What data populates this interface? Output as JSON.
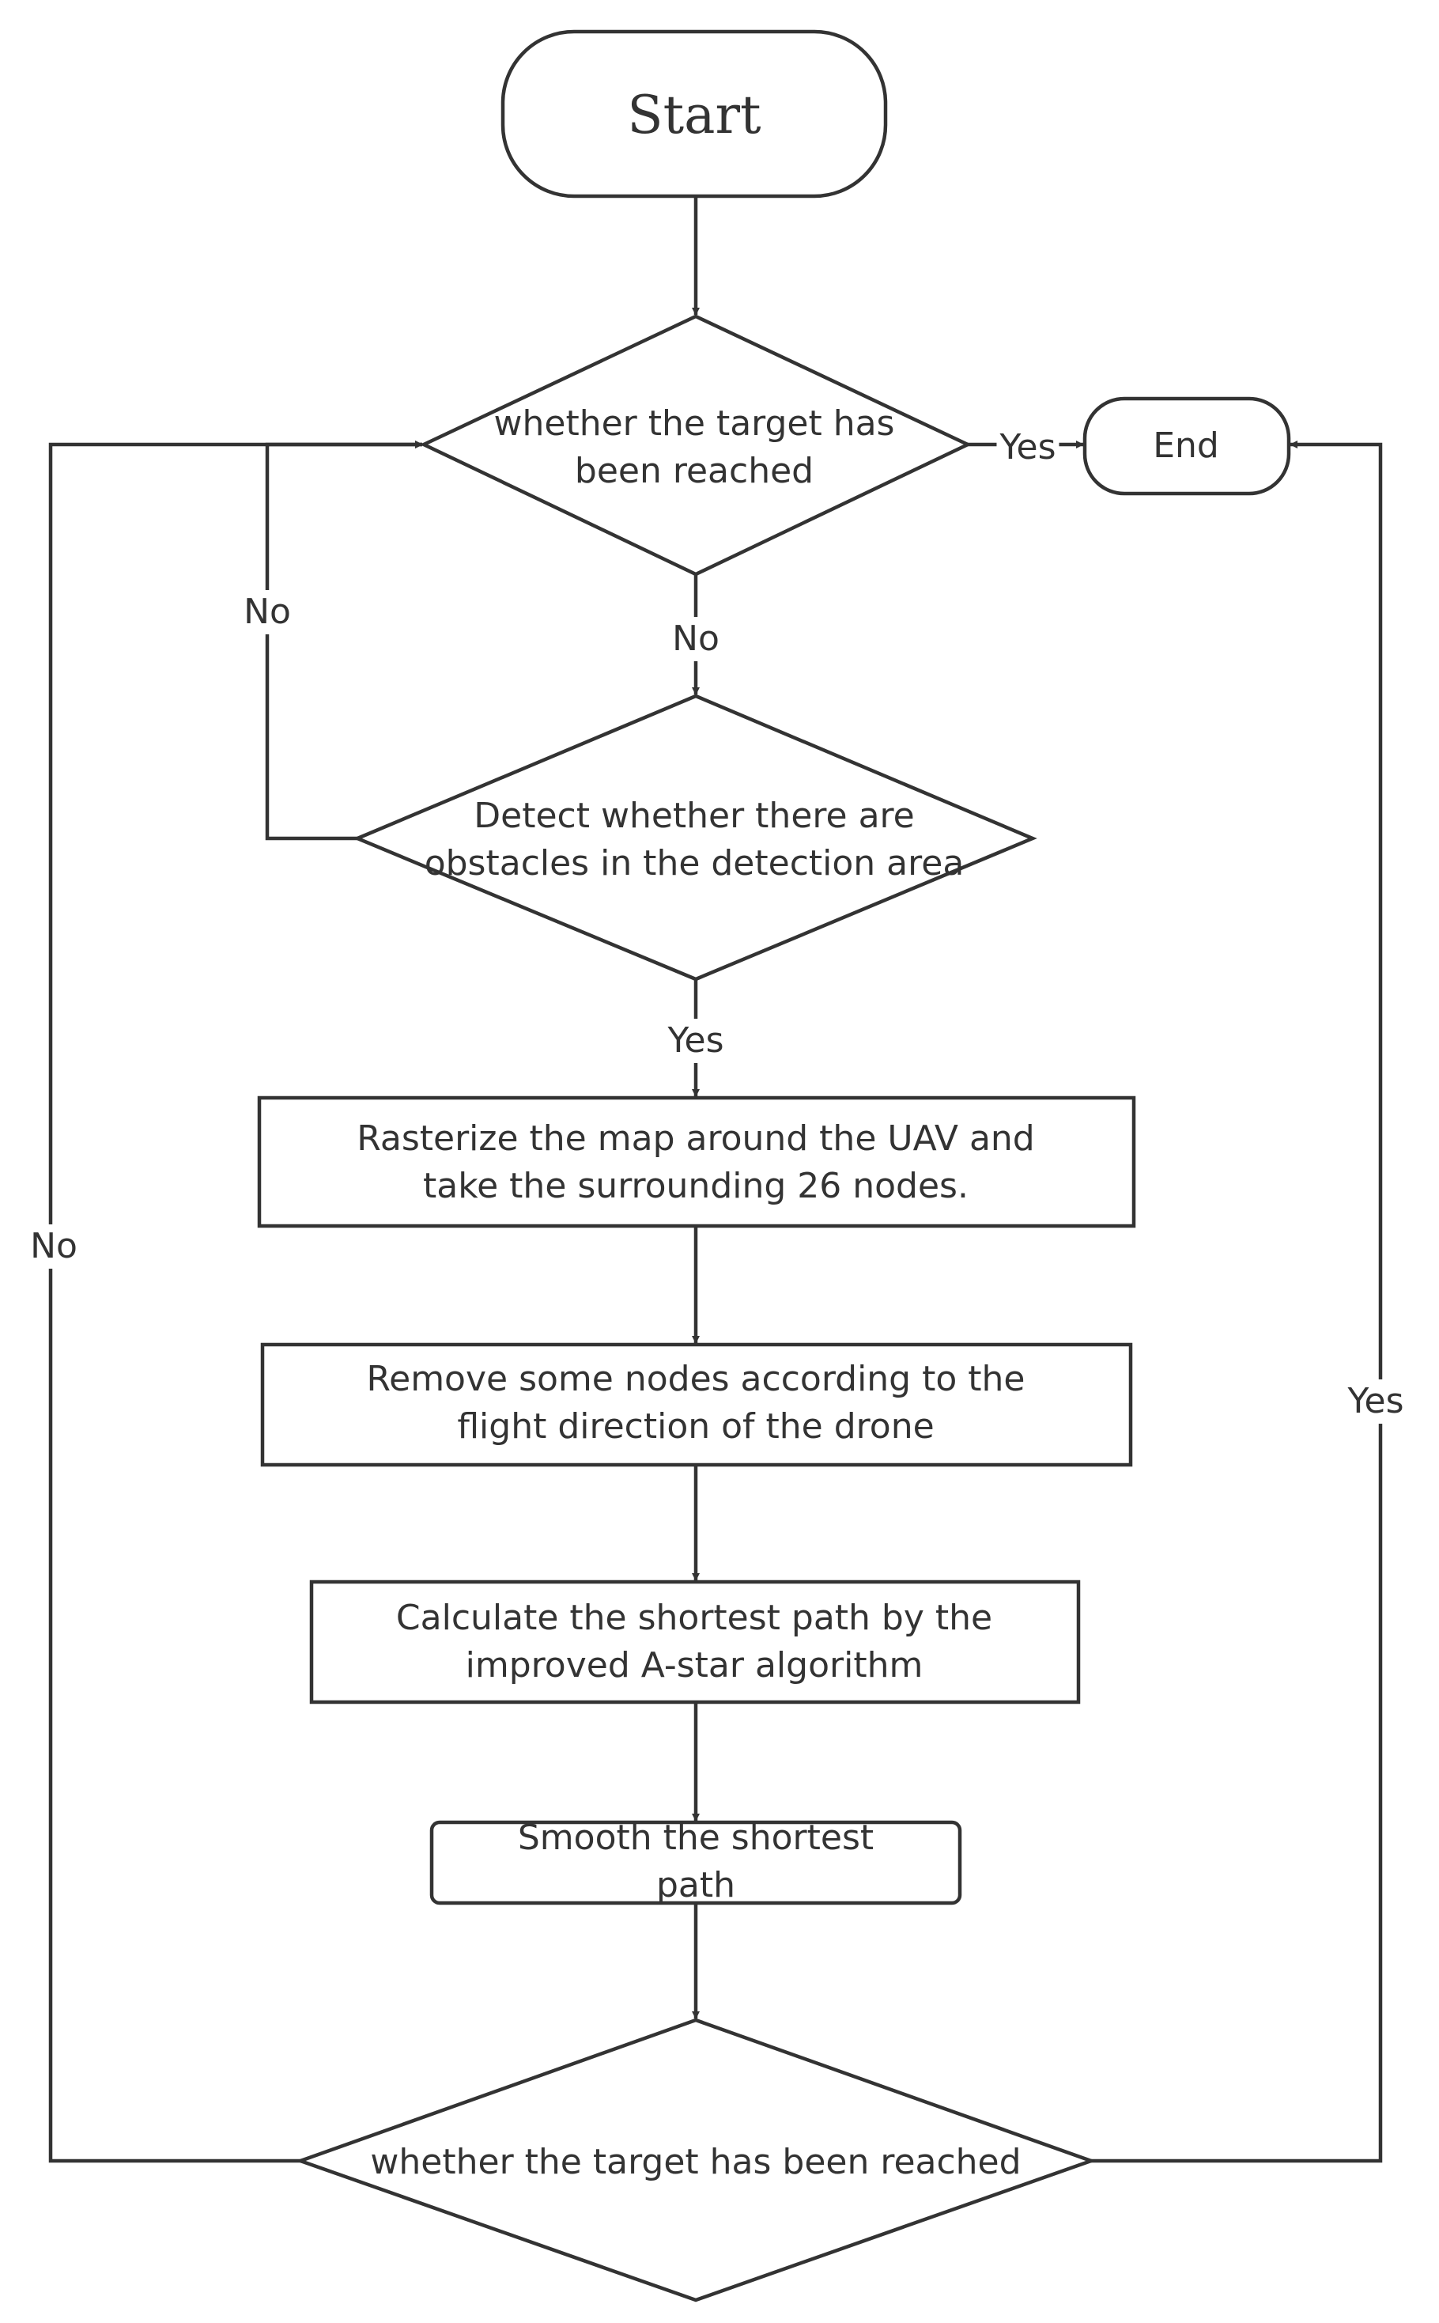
{
  "diagram": {
    "nodes": {
      "start": "Start",
      "end": "End",
      "check_target_top": [
        "whether the target has",
        "been reached"
      ],
      "detect_obstacles": [
        "Detect whether there are",
        "obstacles in the detection area"
      ],
      "rasterize": [
        "Rasterize the map around the UAV and",
        "take the surrounding 26 nodes."
      ],
      "remove_nodes": [
        "Remove some nodes according to the",
        "flight direction of the drone"
      ],
      "calculate_path": [
        "Calculate the shortest path by the",
        "improved A-star algorithm"
      ],
      "smooth_path": [
        "Smooth the shortest",
        "path"
      ],
      "check_target_bottom": "whether the target has been reached"
    },
    "edges": {
      "top_yes": "Yes",
      "top_no": "No",
      "detect_no": "No",
      "detect_yes": "Yes",
      "bottom_no": "No",
      "bottom_yes": "Yes"
    }
  }
}
